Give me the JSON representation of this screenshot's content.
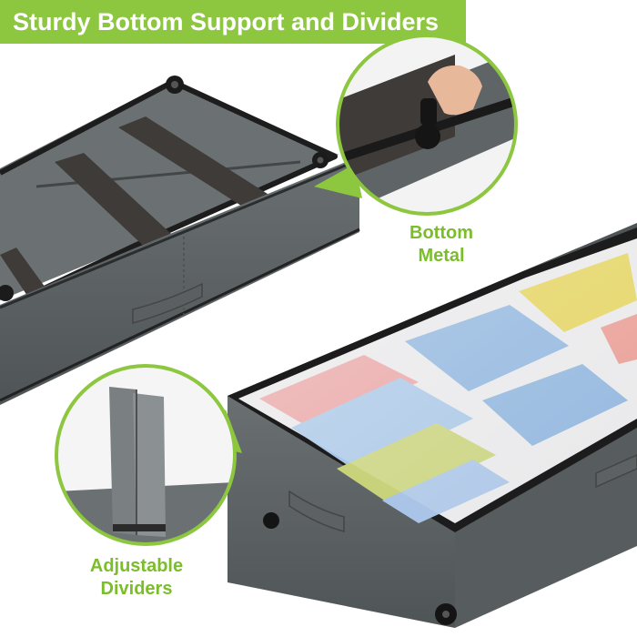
{
  "banner": {
    "title": "Sturdy Bottom Support and Dividers"
  },
  "callouts": {
    "bottom_metal": {
      "line1": "Bottom",
      "line2": "Metal"
    },
    "dividers": {
      "line1": "Adjustable",
      "line2": "Dividers"
    }
  },
  "colors": {
    "accent": "#8dc63f",
    "label_green": "#7bbd2a",
    "fabric": "#5e6466",
    "fabric_dark": "#4a4f51",
    "strap": "#3f3b38"
  },
  "icons": {
    "wheel": "caster-wheel-icon",
    "handle": "fabric-handle-icon"
  }
}
